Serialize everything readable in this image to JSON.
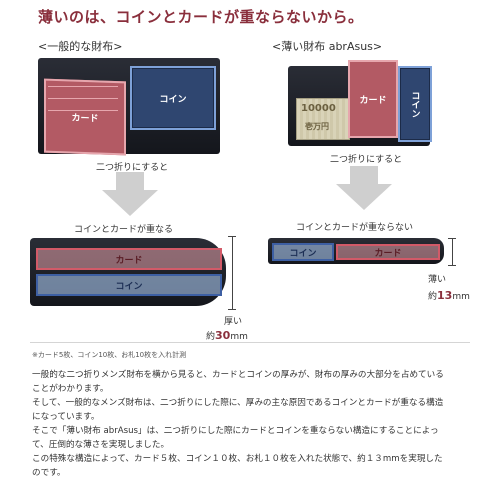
{
  "headline": "薄いのは、コインとカードが重ならないから。",
  "left": {
    "title": "<一般的な財布>",
    "coin_label": "コイン",
    "card_label": "カード",
    "fold_caption": "二つ折りにすると",
    "result_caption": "コインとカードが重なる",
    "stack_card_label": "カード",
    "stack_coin_label": "コイン",
    "thickness_word": "厚い",
    "thickness_prefix": "約",
    "thickness_value": "30",
    "thickness_unit": "mm"
  },
  "right": {
    "title": "<薄い財布 abrAsus>",
    "card_label": "カード",
    "coin_label": "コイン",
    "bill_text": "10000",
    "bill_text2": "壱万円",
    "fold_caption": "二つ折りにすると",
    "result_caption": "コインとカードが重ならない",
    "flat_coin_label": "コイン",
    "flat_card_label": "カード",
    "thickness_word": "薄い",
    "thickness_prefix": "約",
    "thickness_value": "13",
    "thickness_unit": "mm"
  },
  "note": "※カード5枚、コイン10枚、お札10枚を入れ計測",
  "paragraphs": [
    "一般的な二つ折りメンズ財布を横から見ると、カードとコインの厚みが、財布の厚みの大部分を占めている",
    "ことがわかります。",
    "そして、一般的なメンズ財布は、二つ折りにした際に、厚みの主な原因であるコインとカードが重なる構造",
    "になっています。",
    "そこで「薄い財布 abrAsus」は、二つ折りにした際にカードとコインを重ならない構造にすることによっ",
    "て、圧倒的な薄さを実現しました。",
    "この特殊な構造によって、カード５枚、コイン１０枚、お札１０枚を入れた状態で、約１３mmを実現した",
    "のです。"
  ],
  "colors": {
    "accent": "#8a2f3c",
    "coin_blue": "#2f4670",
    "card_red": "#b35a64",
    "arrow_gray": "#cfcfcf"
  }
}
